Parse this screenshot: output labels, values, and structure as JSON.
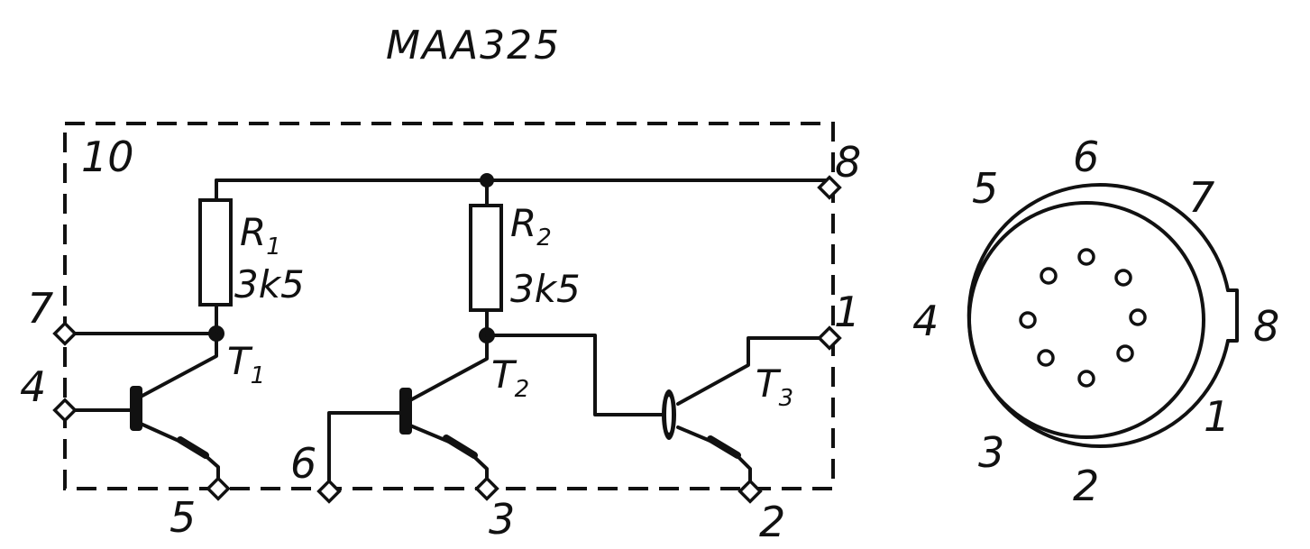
{
  "title": "MAA325",
  "package_pin_number": "10",
  "resistors": [
    {
      "name_letter": "R",
      "name_index": "1",
      "value": "3k5"
    },
    {
      "name_letter": "R",
      "name_index": "2",
      "value": "3k5"
    }
  ],
  "transistors": [
    {
      "letter": "T",
      "index": "1"
    },
    {
      "letter": "T",
      "index": "2"
    },
    {
      "letter": "T",
      "index": "3"
    }
  ],
  "pins": {
    "p1": "1",
    "p2": "2",
    "p3": "3",
    "p4": "4",
    "p5": "5",
    "p6": "6",
    "p7": "7",
    "p8": "8"
  },
  "pinout_view": {
    "labels": [
      "1",
      "2",
      "3",
      "4",
      "5",
      "6",
      "7",
      "8"
    ]
  }
}
